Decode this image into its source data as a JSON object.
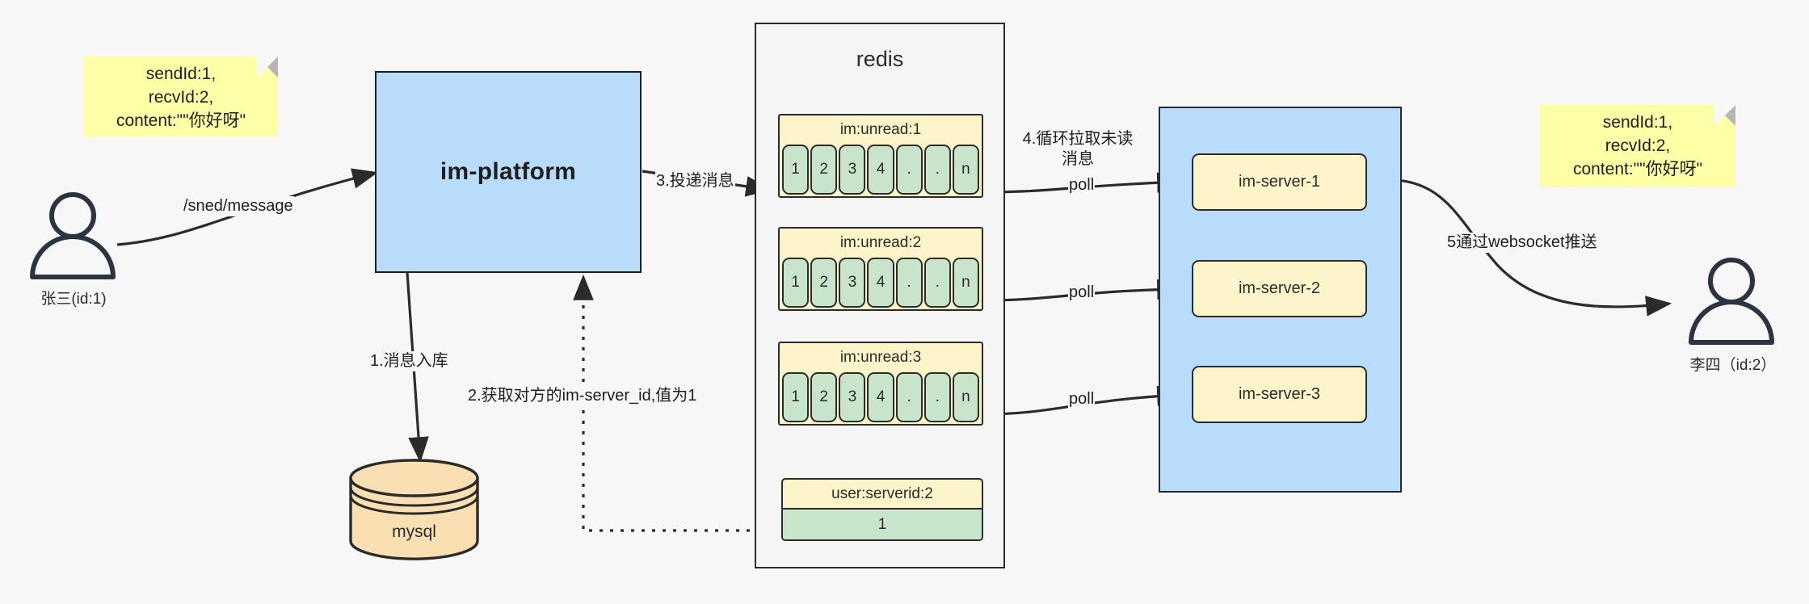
{
  "diagram": {
    "title": "IM message delivery architecture",
    "colors": {
      "background": "#f7f7f7",
      "sticky": "#ffffa8",
      "blue_box": "#b8dcfa",
      "yellow_box": "#fdf5c9",
      "green_cell": "#c8e5cc",
      "mysql_orange": "#fadfb3",
      "stroke": "#2b2b2b"
    }
  },
  "actors": {
    "left": {
      "icon": "user-icon",
      "label": "张三(id:1)"
    },
    "right": {
      "icon": "user-icon",
      "label": "李四（id:2）"
    }
  },
  "notes": {
    "left": {
      "line1": "sendId:1,",
      "line2": "recvId:2,",
      "line3": "content:\"\"你好呀\""
    },
    "right": {
      "line1": "sendId:1,",
      "line2": "recvId:2,",
      "line3": "content:\"\"你好呀\""
    }
  },
  "platform": {
    "label": "im-platform"
  },
  "database": {
    "label": "mysql",
    "shape": "cylinder"
  },
  "redis": {
    "title": "redis",
    "lists": [
      {
        "key": "im:unread:1",
        "cells": [
          "1",
          "2",
          "3",
          "4",
          ".",
          ".",
          "n"
        ]
      },
      {
        "key": "im:unread:2",
        "cells": [
          "1",
          "2",
          "3",
          "4",
          ".",
          ".",
          "n"
        ]
      },
      {
        "key": "im:unread:3",
        "cells": [
          "1",
          "2",
          "3",
          "4",
          ".",
          ".",
          "n"
        ]
      }
    ],
    "kv": {
      "key": "user:serverid:2",
      "value": "1"
    }
  },
  "cluster": {
    "servers": [
      {
        "label": "im-server-1"
      },
      {
        "label": "im-server-2"
      },
      {
        "label": "im-server-3"
      }
    ]
  },
  "edges": {
    "send_message": "/sned/message",
    "step1": "1.消息入库",
    "step2": "2.获取对方的im-server_id,值为1",
    "step3": "3.投递消息",
    "step4": "4.循环拉取未读消息",
    "poll1": "poll",
    "poll2": "poll",
    "poll3": "poll",
    "step5": "5通过websocket推送"
  }
}
